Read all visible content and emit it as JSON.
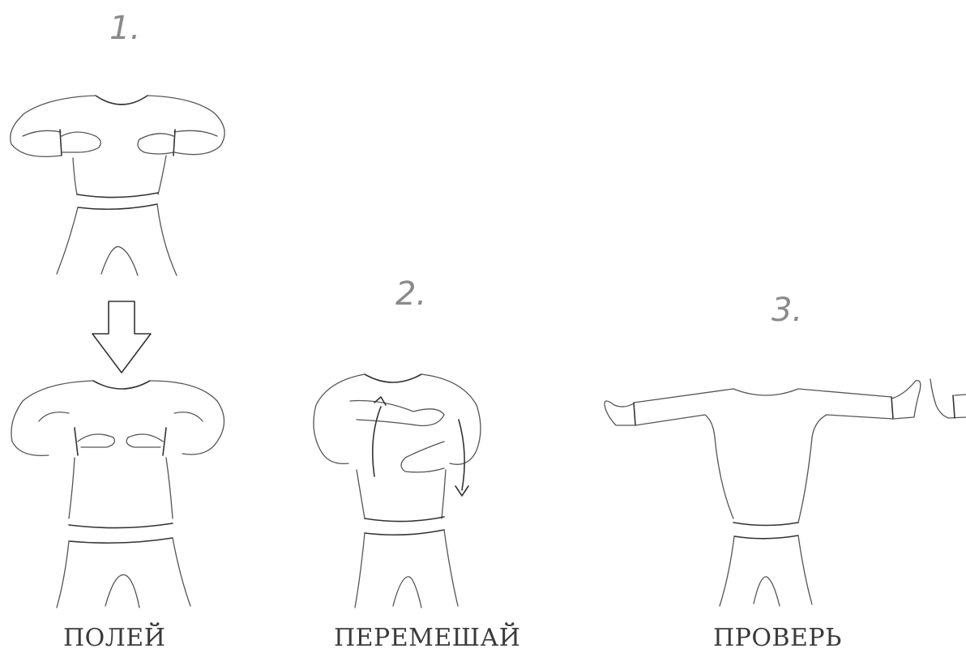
{
  "steps": [
    {
      "number": "1.",
      "caption": "ПОЛЕЙ"
    },
    {
      "number": "2.",
      "caption": "ПЕРЕМЕШАЙ"
    },
    {
      "number": "3.",
      "caption": "ПРОВЕРЬ"
    }
  ]
}
